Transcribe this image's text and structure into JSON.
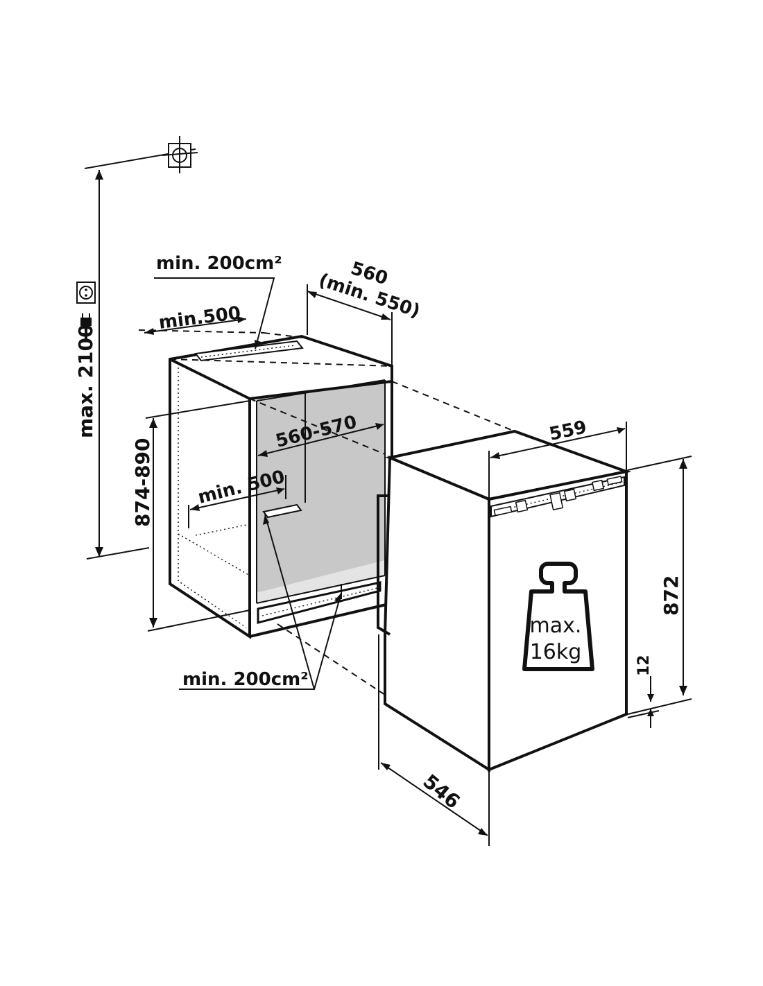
{
  "labels": {
    "max_height": "max. 2100",
    "niche_depth": "560",
    "niche_depth_min": "(min. 550)",
    "vent_top_area": "min. 200cm²",
    "vent_top_width": "min.500",
    "niche_width": "560-570",
    "floor_depth": "min. 500",
    "niche_height": "874-890",
    "vent_bottom_area": "min. 200cm²",
    "appliance_width": "559",
    "appliance_height": "872",
    "appliance_depth": "546",
    "plinth_gap": "12",
    "max_load_line1": "max.",
    "max_load_line2": "16kg"
  },
  "icons": [
    "crosshair-icon",
    "socket-icon",
    "plug-icon",
    "weight-icon"
  ],
  "colors": {
    "stroke": "#111111",
    "niche_interior": "#c8c8c8",
    "background": "#ffffff"
  }
}
